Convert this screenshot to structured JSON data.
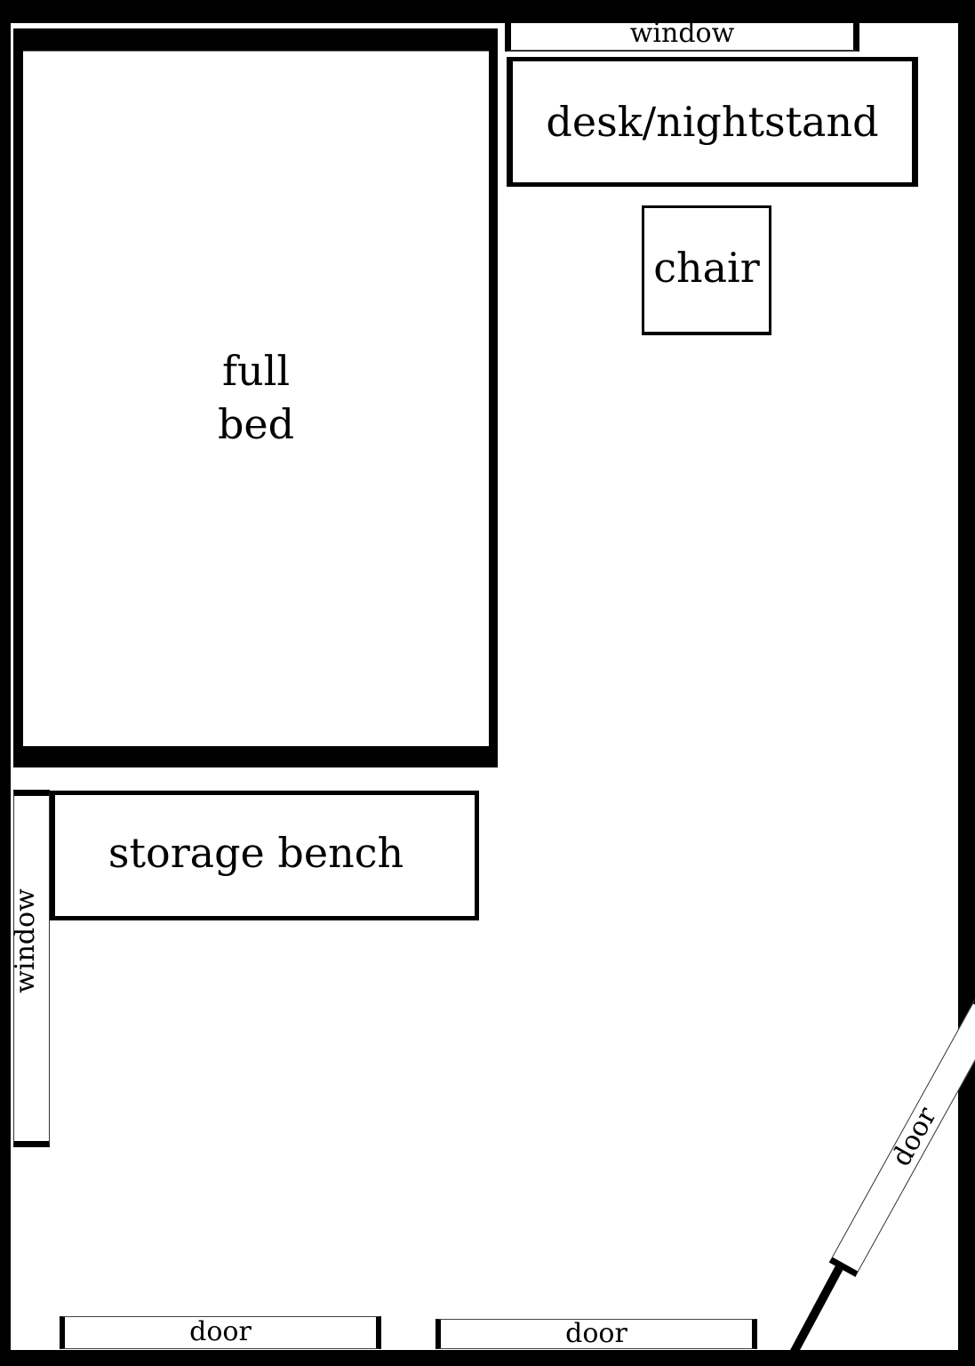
{
  "diagram": {
    "type": "floor-plan",
    "colors": {
      "wall": "#000000",
      "floor": "#ffffff",
      "text": "#000000"
    },
    "furniture": {
      "bed": {
        "label_line1": "full",
        "label_line2": "bed"
      },
      "desk": {
        "label": "desk/nightstand"
      },
      "chair": {
        "label": "chair"
      },
      "bench": {
        "label": "storage bench"
      }
    },
    "openings": {
      "window_top": {
        "label": "window"
      },
      "window_left": {
        "label": "window"
      },
      "door_diagonal": {
        "label": "door"
      },
      "door_bottom_left": {
        "label": "door"
      },
      "door_bottom_right": {
        "label": "door"
      }
    }
  }
}
